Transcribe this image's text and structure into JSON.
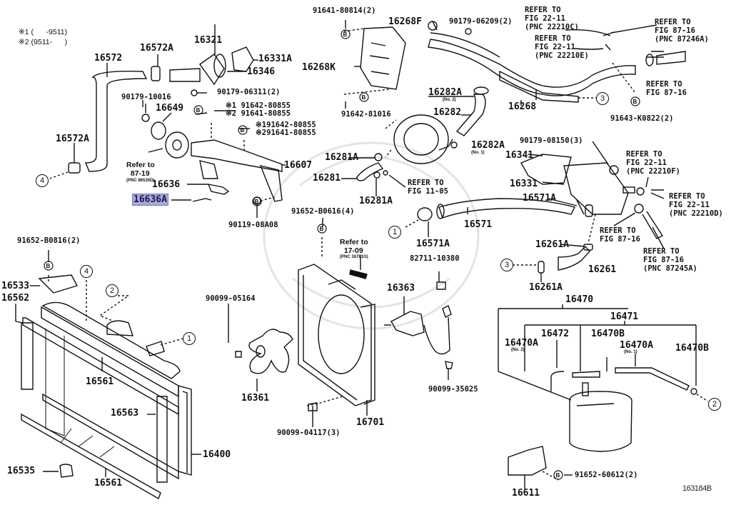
{
  "diagram": {
    "figure_id": "163184B",
    "notes": [
      "※1 (      -9511)",
      "※2 (9511-      )"
    ],
    "highlighted_part": "16636A",
    "labels": {
      "p16572": "16572",
      "p16572A_top": "16572A",
      "p16321": "16321",
      "p16331A": "16331A",
      "p16346": "16346",
      "p90179_10016": "90179-10016",
      "p90179_06311": "90179-06311(2)",
      "p16649": "16649",
      "b1_line1": "※1 91642-80855",
      "b1_line2": "※2 91641-80855",
      "b2_line1": "※191642-80855",
      "b2_line2": "※291641-80855",
      "p16572A_left": "16572A",
      "p16607": "16607",
      "p16636": "16636",
      "p16636A": "16636A",
      "p90119_08A08": "90119-08A08",
      "p91641_80814": "91641-80814(2)",
      "p16268F": "16268F",
      "p90179_06209": "90179-06209(2)",
      "p16268K": "16268K",
      "p91642_81016": "91642-81016",
      "p16282A_top": "16282A",
      "p16282A_top_sub": "(No. 2)",
      "p16282": "16282",
      "p16268": "16268",
      "p16282A_mid": "16282A",
      "p16282A_mid_sub": "(No. 1)",
      "p16281A_top": "16281A",
      "p16281": "16281",
      "p16281A_bot": "16281A",
      "p91643_K0822": "91643-K0822(2)",
      "p90179_08150": "90179-08150(3)",
      "p16341": "16341",
      "p16331": "16331",
      "p16571A_right": "16571A",
      "p16571": "16571",
      "p16571A_left": "16571A",
      "p91652_B0616": "91652-B0616(4)",
      "p16261A_top": "16261A",
      "p16261": "16261",
      "p16261A_bot": "16261A",
      "p91652_B0816": "91652-B0816(2)",
      "p16533": "16533",
      "p16562": "16562",
      "p16561_top": "16561",
      "p16563": "16563",
      "p16400": "16400",
      "p16535": "16535",
      "p16561_bot": "16561",
      "p82711_10380": "82711-10380",
      "p16363": "16363",
      "p90099_05164": "90099-05164",
      "p16361": "16361",
      "p90099_35025": "90099-35025",
      "p16701": "16701",
      "p90099_04117": "90099-04117(3)",
      "p16470": "16470",
      "p16471": "16471",
      "p16472": "16472",
      "p16470B_mid": "16470B",
      "p16470A_left": "16470A",
      "p16470A_left_sub": "(No. 2)",
      "p16470A_right": "16470A",
      "p16470A_right_sub": "(No. 1)",
      "p16470B_right": "16470B",
      "p16611": "16611",
      "p91652_60612": "91652-60612(2)"
    },
    "references": {
      "ref_22_11_C": "REFER TO\nFIG 22-11\n(PNC 22210C)",
      "ref_22_11_E": "REFER TO\nFIG 22-11\n(PNC 22210E)",
      "ref_87_16_A": "REFER TO\nFIG 87-16\n(PNC 87246A)",
      "ref_87_16_plain_top": "REFER TO\nFIG 87-16",
      "ref_22_11_F": "REFER TO\nFIG 22-11\n(PNC 22210F)",
      "ref_22_11_D": "REFER TO\nFIG 22-11\n(PNC 22210D)",
      "ref_87_16_plain_mid": "REFER TO\nFIG 87-16",
      "ref_87_16_245A": "REFER TO\nFIG 87-16\n(PNC 87245A)",
      "ref_11_05": "REFER TO\nFIG 11-05",
      "ref_87_19": "Refer to\n  87-19",
      "ref_87_19_sub": "(PNC 86535D)",
      "ref_17_09": "Refer to\n  17-09",
      "ref_17_09_sub": "(PNC 16781G)"
    },
    "connectors": {
      "c1": "1",
      "c2": "2",
      "c3": "3",
      "c4": "4"
    }
  }
}
